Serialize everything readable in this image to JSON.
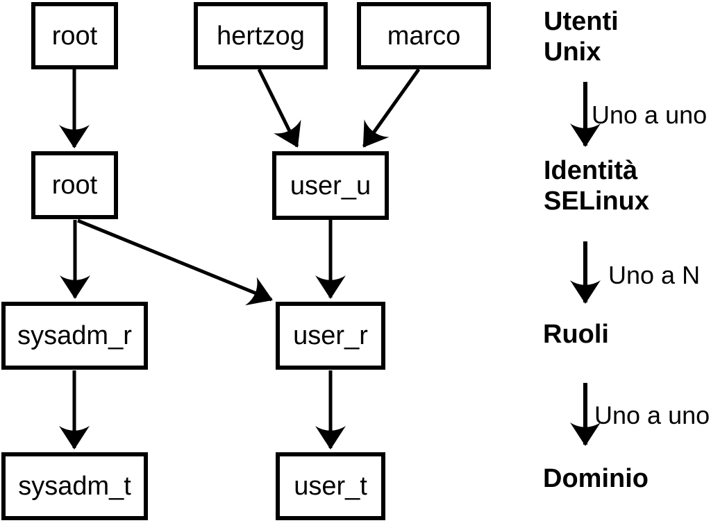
{
  "diagram": {
    "background_color": "#ffffff",
    "stroke_color": "#000000",
    "text_color": "#000000",
    "boxes": [
      {
        "id": "unix-root",
        "label": "root"
      },
      {
        "id": "unix-hertzog",
        "label": "hertzog"
      },
      {
        "id": "unix-marco",
        "label": "marco"
      },
      {
        "id": "selinux-root",
        "label": "root"
      },
      {
        "id": "selinux-user_u",
        "label": "user_u"
      },
      {
        "id": "role-sysadm_r",
        "label": "sysadm_r"
      },
      {
        "id": "role-user_r",
        "label": "user_r"
      },
      {
        "id": "domain-sysadm_t",
        "label": "sysadm_t"
      },
      {
        "id": "domain-user_t",
        "label": "user_t"
      }
    ],
    "edges": [
      {
        "from": "unix-root",
        "to": "selinux-root"
      },
      {
        "from": "unix-hertzog",
        "to": "selinux-user_u"
      },
      {
        "from": "unix-marco",
        "to": "selinux-user_u"
      },
      {
        "from": "selinux-root",
        "to": "role-sysadm_r"
      },
      {
        "from": "selinux-root",
        "to": "role-user_r"
      },
      {
        "from": "selinux-user_u",
        "to": "role-user_r"
      },
      {
        "from": "role-sysadm_r",
        "to": "domain-sysadm_t"
      },
      {
        "from": "role-user_r",
        "to": "domain-user_t"
      }
    ],
    "legend": {
      "levels": [
        {
          "lines": [
            "Utenti",
            "Unix"
          ]
        },
        {
          "lines": [
            "Identità",
            "SELinux"
          ]
        },
        {
          "lines": [
            "Ruoli"
          ]
        },
        {
          "lines": [
            "Dominio"
          ]
        }
      ],
      "relations": [
        {
          "label": "Uno a uno",
          "from_level": "Utenti Unix",
          "to_level": "Identità SELinux"
        },
        {
          "label": "Uno a N",
          "from_level": "Identità SELinux",
          "to_level": "Ruoli"
        },
        {
          "label": "Uno a uno",
          "from_level": "Ruoli",
          "to_level": "Dominio"
        }
      ]
    }
  }
}
